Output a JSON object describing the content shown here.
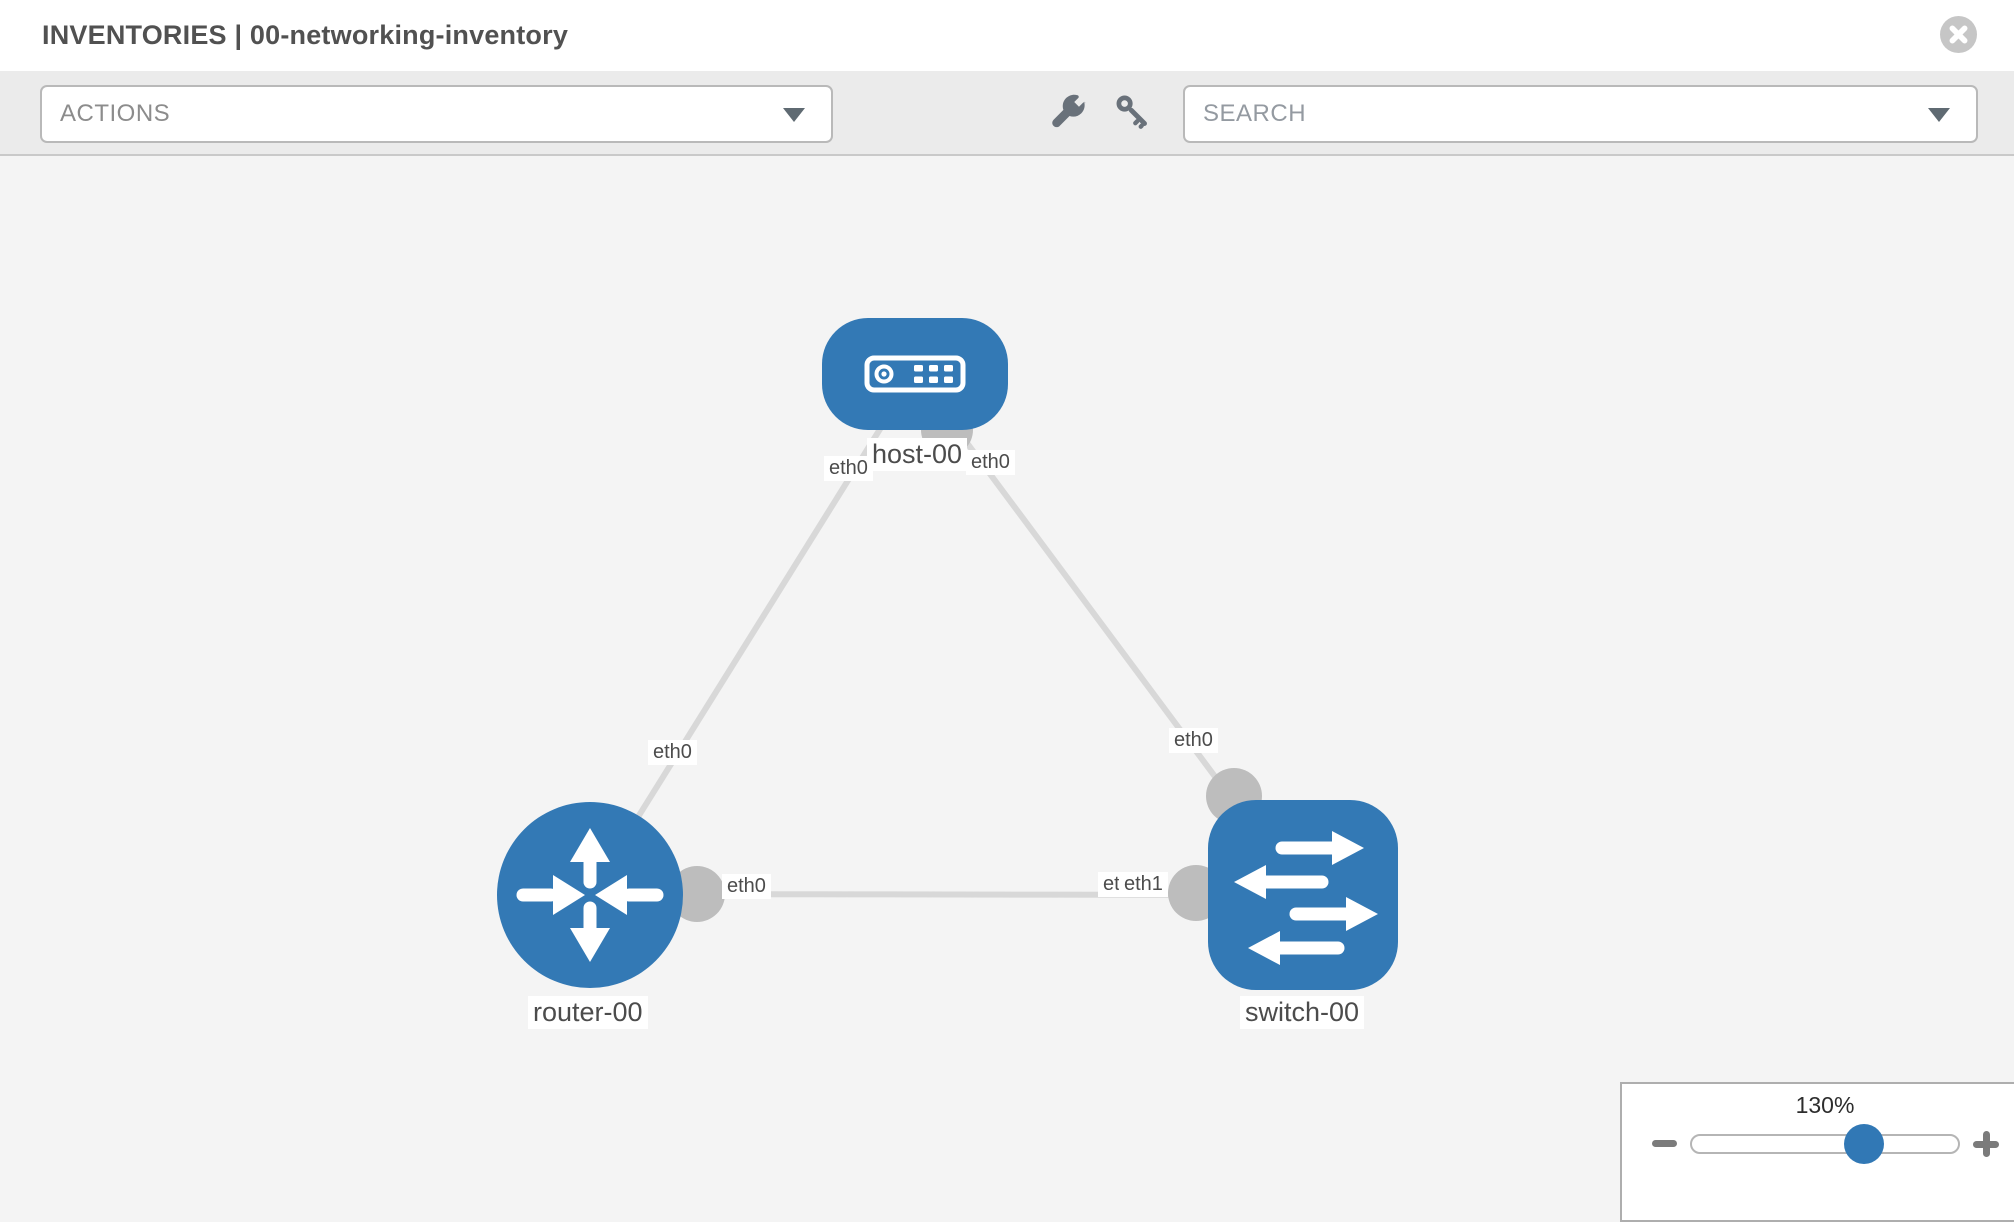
{
  "window": {
    "title": "INVENTORIES | 00-networking-inventory"
  },
  "toolbar": {
    "actions": {
      "label": "ACTIONS"
    },
    "search": {
      "placeholder": "SEARCH"
    },
    "icons": {
      "left": "wrench-icon",
      "right": "key-icon"
    }
  },
  "topology": {
    "colors": {
      "node": "#3379b5",
      "link": "#d8d8d8",
      "port": "#bdbdbd"
    },
    "nodes": [
      {
        "name": "host-00",
        "type": "host"
      },
      {
        "name": "router-00",
        "type": "router"
      },
      {
        "name": "switch-00",
        "type": "switch"
      }
    ],
    "links": [
      {
        "from": "host-00",
        "to": "router-00",
        "from_interface": "eth0",
        "to_interface": "eth0"
      },
      {
        "from": "host-00",
        "to": "switch-00",
        "from_interface": "eth0",
        "to_interface": "eth0"
      },
      {
        "from": "router-00",
        "to": "switch-00",
        "from_interface": "eth0",
        "to_interface": "eth1"
      }
    ],
    "interfaces": {
      "host_to_router": "eth0",
      "host_to_switch": "eth0",
      "router_to_host": "eth0",
      "router_to_switch": "eth0",
      "switch_to_host": "eth0",
      "switch_to_router": "eth1",
      "switch_to_router_overlapped": "eth0"
    }
  },
  "zoom": {
    "level": "130%"
  }
}
